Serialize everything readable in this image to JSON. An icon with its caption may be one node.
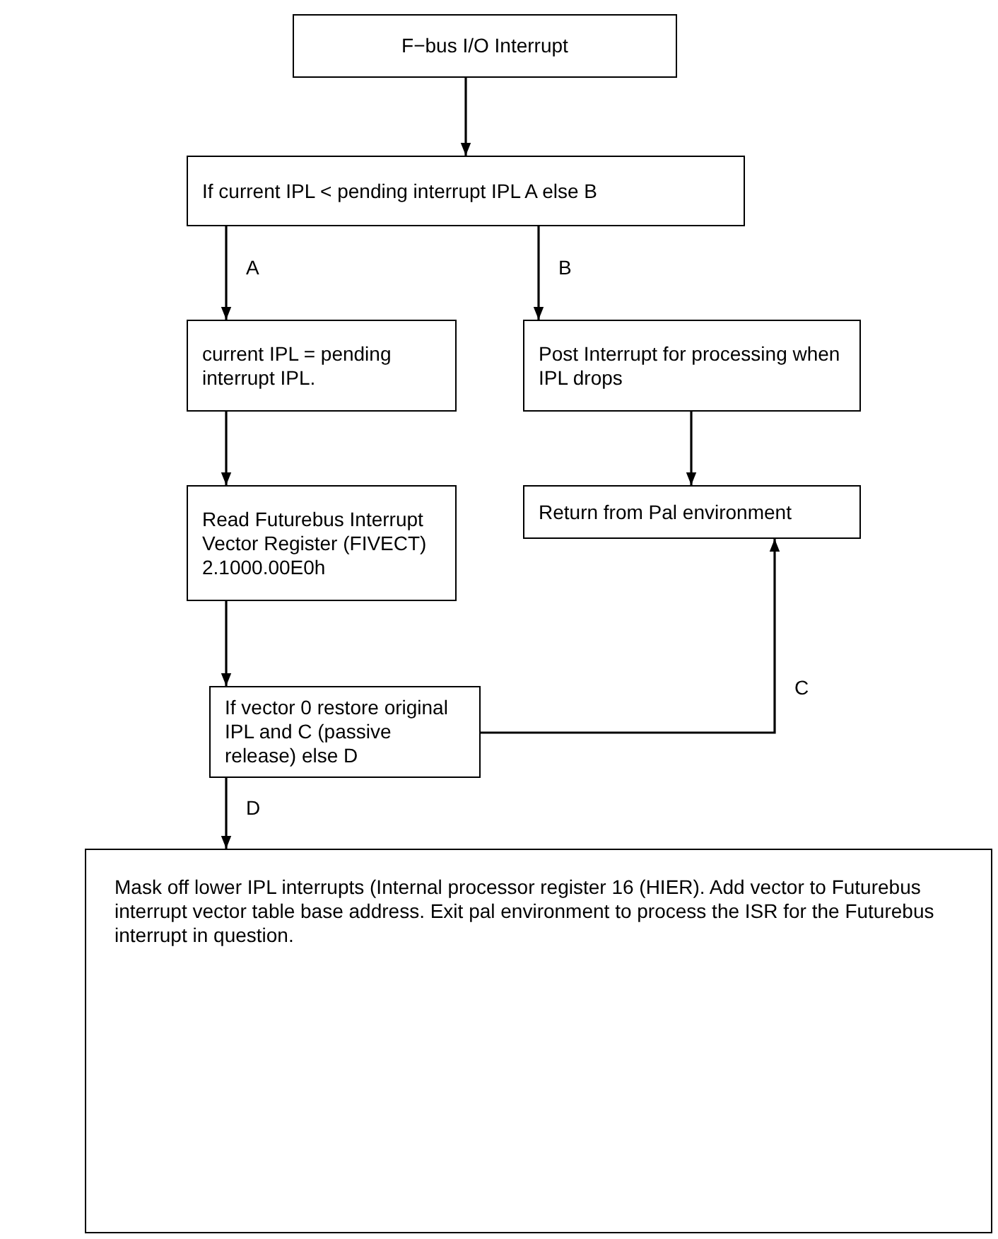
{
  "diagram": {
    "nodes": [
      {
        "text": [
          "F−bus I/O Interrupt"
        ]
      },
      {
        "text": [
          "If current IPL < pending interrupt IPL A else B"
        ]
      },
      {
        "text": [
          "current IPL = pending interrupt IPL."
        ]
      },
      {
        "text": [
          "Post Interrupt for processing when IPL drops"
        ]
      },
      {
        "text": [
          "Read Futurebus Interrupt Vector Register (FIVECT) 2.1000.00E0h"
        ]
      },
      {
        "text": [
          "Return from Pal environment"
        ]
      },
      {
        "text": [
          "If vector 0 restore original IPL and C (passive release) else D"
        ]
      },
      {
        "text": [
          "Mask off lower IPL interrupts (Internal processor register 16 (HIER). Add vector to Futurebus interrupt vector table base address. Exit pal environment to process the ISR for the Futurebus interrupt in question."
        ]
      }
    ],
    "edges": [
      {
        "from": 0,
        "to": 1,
        "arrow": "to"
      },
      {
        "from": 1,
        "to": 2,
        "arrow": "to",
        "label": "A"
      },
      {
        "from": 1,
        "to": 3,
        "arrow": "to",
        "label": "B"
      },
      {
        "from": 2,
        "to": 4,
        "arrow": "to"
      },
      {
        "from": 3,
        "to": 5,
        "arrow": "to"
      },
      {
        "from": 4,
        "to": 6,
        "arrow": "to"
      },
      {
        "from": 6,
        "to": 5,
        "arrow": "to",
        "label": "C"
      },
      {
        "from": 6,
        "to": 7,
        "arrow": "to",
        "label": "D"
      }
    ]
  }
}
